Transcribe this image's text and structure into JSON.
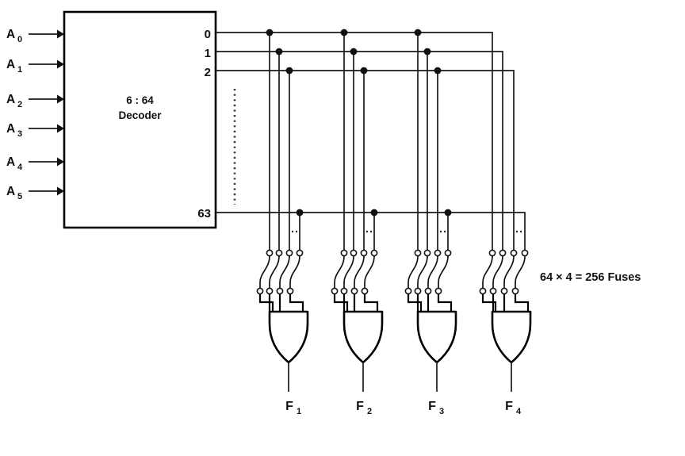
{
  "figure": {
    "title": "6:64 Decoder ROM fuse array",
    "background_color": "#ffffff",
    "line_color": "#111111"
  },
  "decoder": {
    "title_line1": "6 : 64",
    "title_line2": "Decoder",
    "inputs": [
      {
        "label": "A",
        "sub": "0"
      },
      {
        "label": "A",
        "sub": "1"
      },
      {
        "label": "A",
        "sub": "2"
      },
      {
        "label": "A",
        "sub": "3"
      },
      {
        "label": "A",
        "sub": "4"
      },
      {
        "label": "A",
        "sub": "5"
      }
    ],
    "outputs": [
      {
        "label": "0"
      },
      {
        "label": "1"
      },
      {
        "label": "2"
      },
      {
        "label": "63"
      }
    ],
    "vertical_ellipsis": "dotted-vertical-ellipsis"
  },
  "fuse_array": {
    "note": "64 × 4 = 256 Fuses",
    "groups_count": 4,
    "fuses_per_group": 4,
    "inter_fuse_ellipsis": "dotted-horizontal-ellipsis"
  },
  "or_gates": [
    {
      "output_label": "F",
      "output_sub": "1"
    },
    {
      "output_label": "F",
      "output_sub": "2"
    },
    {
      "output_label": "F",
      "output_sub": "3"
    },
    {
      "output_label": "F",
      "output_sub": "4"
    }
  ]
}
